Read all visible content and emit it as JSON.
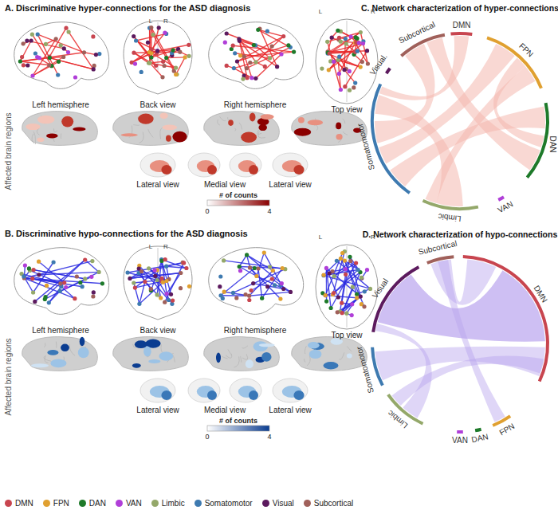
{
  "diagram": {
    "labels": [
      "A. Discriminative hyper-connections for the ASD diagnosis",
      "L",
      "R",
      "L",
      "R",
      "Left hemisphere",
      "Back view",
      "Right hemisphere",
      "Top view",
      "Affected brain regions",
      "Lateral view",
      "Medial view",
      "Lateral view",
      "# of counts",
      "0",
      "4",
      "B. Discriminative hypo-connections for the ASD diagnosis",
      "L",
      "R",
      "L",
      "R",
      "Left hemisphere",
      "Back view",
      "Right hemisphere",
      "Top view",
      "Affected brain regions",
      "Lateral view",
      "Medial view",
      "Lateral view",
      "# of counts",
      "0",
      "4",
      "C. Network characterization of hyper-connections",
      "Subcortical",
      "DMN",
      "FPN",
      "Visual.",
      "DAN",
      "Somatomotor",
      "VAN",
      "Limbic",
      "D. Network characterization of hypo-connections",
      "Subcortical",
      "DMN",
      "Visual",
      "Somatomotor",
      "FPN",
      "Limbic",
      "VAN",
      "DAN"
    ],
    "legend": [
      {
        "text": "DMN",
        "color": "#c8454f"
      },
      {
        "text": "FPN",
        "color": "#e0a030"
      },
      {
        "text": "DAN",
        "color": "#1e7a2a"
      },
      {
        "text": "VAN",
        "color": "#b03fd8"
      },
      {
        "text": "Limbic",
        "color": "#94a86a"
      },
      {
        "text": "Somatomotor",
        "color": "#3e7ab0"
      },
      {
        "text": "Visual",
        "color": "#5c1a5e"
      },
      {
        "text": "Subcortical",
        "color": "#a0605a"
      }
    ]
  }
}
